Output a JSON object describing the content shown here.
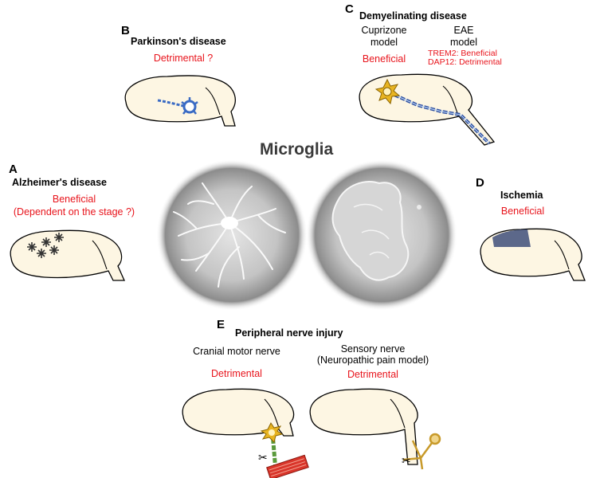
{
  "center": {
    "title": "Microglia"
  },
  "panels": {
    "A": {
      "letter": "A",
      "title": "Alzheimer's disease",
      "effect_line1": "Beneficial",
      "effect_line2": "(Dependent on the stage ?)"
    },
    "B": {
      "letter": "B",
      "title": "Parkinson's disease",
      "effect": "Detrimental ?"
    },
    "C": {
      "letter": "C",
      "title": "Demyelinating disease",
      "model1_line1": "Cuprizone",
      "model1_line2": "model",
      "model1_effect": "Beneficial",
      "model2_line1": "EAE",
      "model2_line2": "model",
      "model2_effect_line1": "TREM2: Beneficial",
      "model2_effect_line2": "DAP12:  Detrimental"
    },
    "D": {
      "letter": "D",
      "title": "Ischemia",
      "effect": "Beneficial"
    },
    "E": {
      "letter": "E",
      "title": "Peripheral nerve injury",
      "left_label": "Cranial motor nerve",
      "left_effect": "Detrimental",
      "right_label_line1": "Sensory nerve",
      "right_label_line2": "(Neuropathic pain model)",
      "right_effect": "Detrimental"
    }
  },
  "colors": {
    "effect_text": "#e8141c",
    "brain_fill": "#fdf6e3",
    "microglia_blue": "#3a6bc4",
    "myelin_blue": "#2e4fa0",
    "neuron_gold": "#e8b422",
    "muscle_red": "#d9352a"
  }
}
